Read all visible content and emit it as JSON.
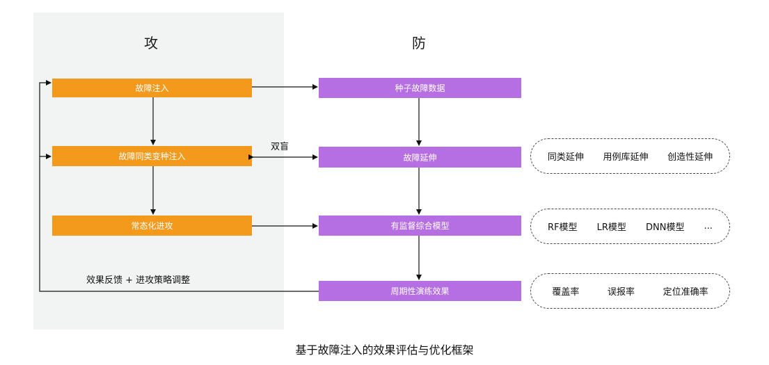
{
  "columns": {
    "attack_title": "攻",
    "defense_title": "防"
  },
  "attack_steps": [
    "故障注入",
    "故障同类变种注入",
    "常态化进攻"
  ],
  "defense_steps": [
    "种子故障数据",
    "故障延伸",
    "有监督综合模型",
    "周期性演练效果"
  ],
  "edge_labels": {
    "double_blind": "双盲",
    "feedback": "效果反馈 + 进攻策略调整"
  },
  "pill_groups": {
    "extension": [
      "同类延伸",
      "用例库延伸",
      "创造性延伸"
    ],
    "models": [
      "RF模型",
      "LR模型",
      "DNN模型",
      "..."
    ],
    "metrics": [
      "覆盖率",
      "误报率",
      "定位准确率"
    ]
  },
  "caption": "基于故障注入的效果评估与优化框架",
  "colors": {
    "attack_box": "#f39a1d",
    "defense_box": "#b56fe2",
    "attack_panel": "#f2f3f3"
  }
}
